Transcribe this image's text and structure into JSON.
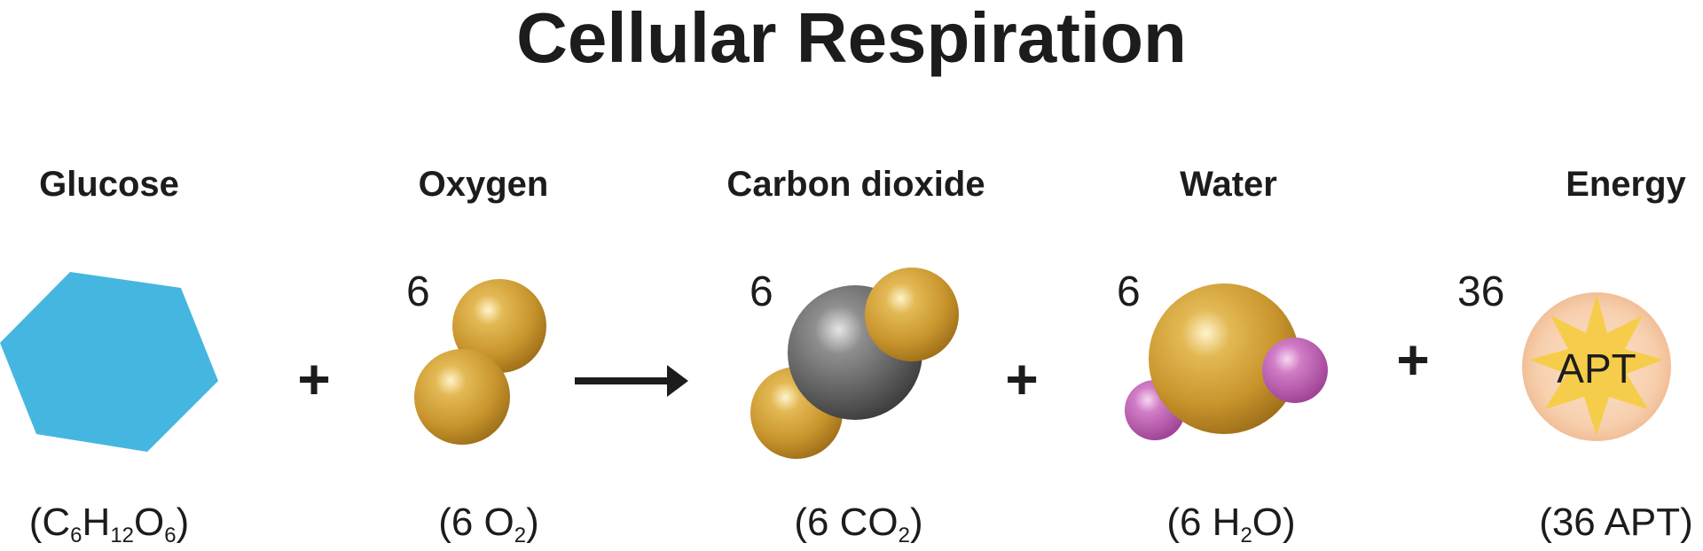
{
  "title": "Cellular Respiration",
  "items": [
    {
      "label": "Glucose",
      "coef": "",
      "formula": {
        "pre": "(C",
        "s1": "6",
        "m1": "H",
        "s2": "12",
        "m2": "O",
        "s3": "6",
        "post": ")"
      }
    },
    {
      "label": "Oxygen",
      "coef": "6",
      "formula": {
        "pre": "(6 O",
        "s1": "2",
        "post": ")"
      }
    },
    {
      "label": "Carbon dioxide",
      "coef": "6",
      "formula": {
        "pre": "(6 CO",
        "s1": "2",
        "post": ")"
      }
    },
    {
      "label": "Water",
      "coef": "6",
      "formula": {
        "pre": "(6 H",
        "s1": "2",
        "post": "O)"
      }
    },
    {
      "label": "Energy",
      "coef": "36",
      "formula": {
        "text": "(36 APT)"
      }
    }
  ],
  "operators": {
    "plus": "+"
  },
  "energy_symbol": "APT",
  "colors": {
    "glucose": "#45b6e0",
    "oxygen_atom": "#d4a133",
    "carbon_atom": "#6d6d6d",
    "hydrogen_atom": "#c45fb8",
    "energy_glow": "#f6c9a8",
    "energy_star": "#f6cd4a",
    "text": "#1c1c1c"
  },
  "icons": [
    "glucose-hexagon-icon",
    "oxygen-molecule-icon",
    "carbon-dioxide-molecule-icon",
    "water-molecule-icon",
    "atp-energy-icon",
    "reaction-arrow-icon"
  ]
}
